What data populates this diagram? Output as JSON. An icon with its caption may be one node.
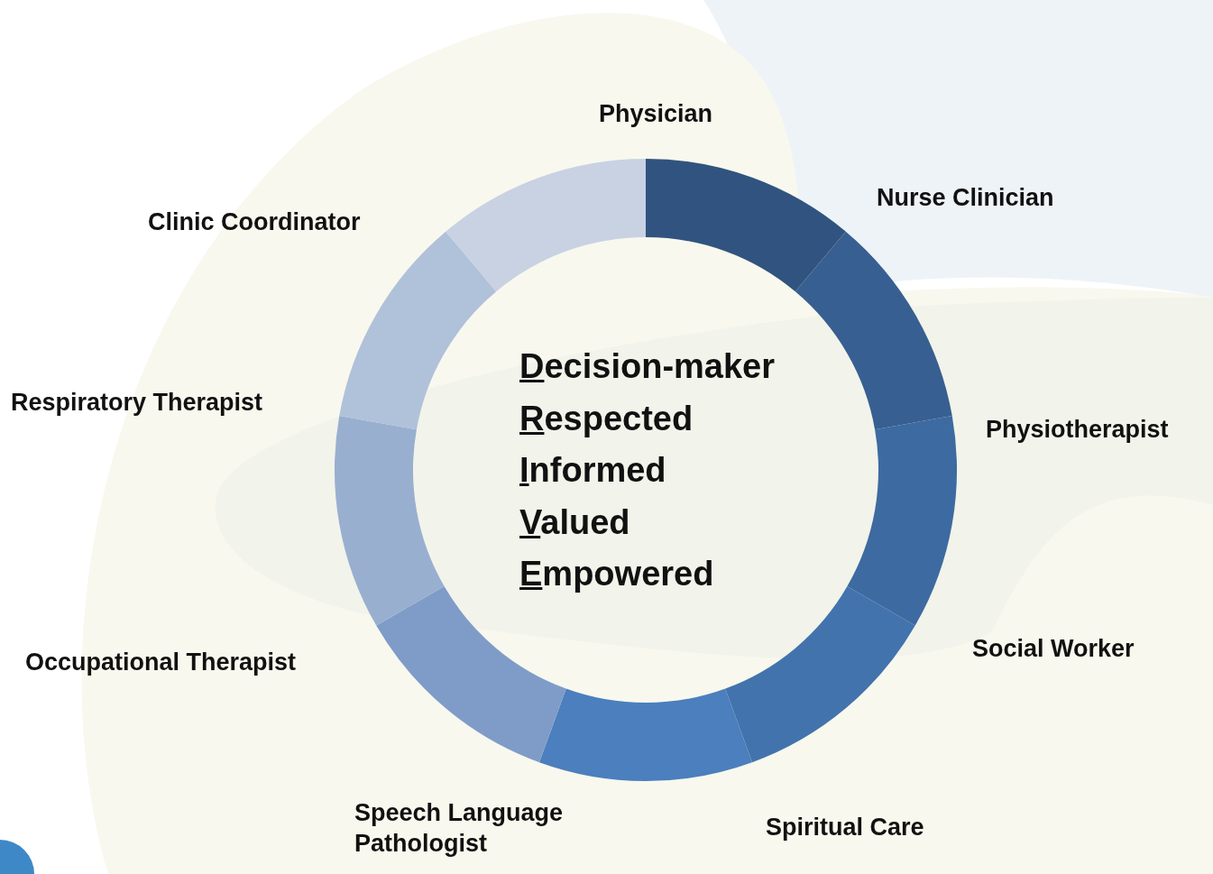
{
  "diagram": {
    "labels": [
      "Physician",
      "Nurse Clinician",
      "Physiotherapist",
      "Social Worker",
      "Spiritual Care",
      "Speech Language Pathologist",
      "Occupational Therapist",
      "Respiratory Therapist",
      "Clinic Coordinator",
      "Decision-maker",
      "Respected",
      "Informed",
      "Valued",
      "Empowered"
    ]
  }
}
